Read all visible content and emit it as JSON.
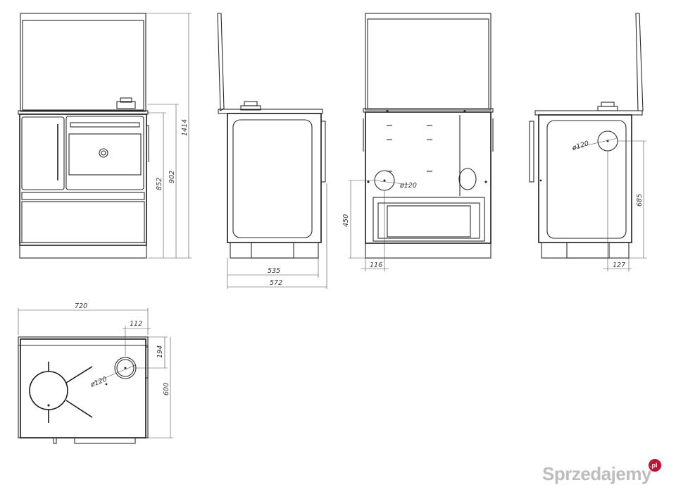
{
  "dimensions": {
    "total_height": "1414",
    "body_height": "902",
    "hob_height": "852",
    "depth_body": "535",
    "depth_total": "572",
    "flue_height_rear": "450",
    "flue_offset_rear": "116",
    "flue_height_side": "685",
    "flue_offset_side": "127",
    "flue_diameter": "ø120",
    "width": "720",
    "flue_offset_x_top": "112",
    "flue_offset_y_top": "194",
    "top_depth": "600"
  },
  "watermark": {
    "text": "Sprzedajemy",
    "badge": ".pl"
  },
  "colors": {
    "line": "#2a2a2a",
    "dimension": "#4a4a4a",
    "watermark": "#bdbdbd",
    "badge": "#c8102e"
  }
}
